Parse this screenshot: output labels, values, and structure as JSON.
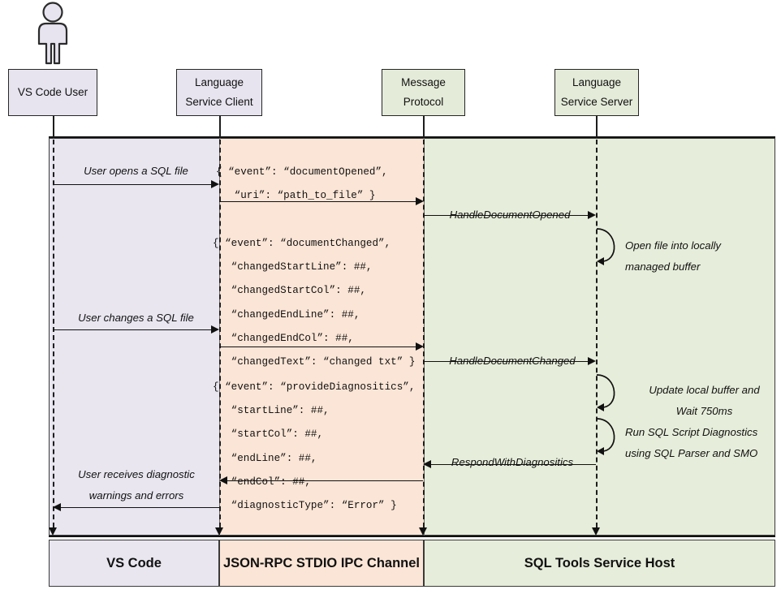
{
  "diagram": {
    "title": "VS Code SQL Tools Language Service sequence diagram",
    "colors": {
      "vscode_band": "#e9e6f0",
      "ipc_band": "#fbe5d6",
      "host_band": "#e6edda",
      "stroke": "#111111"
    }
  },
  "actor": {
    "icon": "person-icon"
  },
  "lifelines": [
    {
      "id": "vscode-user",
      "line1": "VS Code User",
      "line2": ""
    },
    {
      "id": "ls-client",
      "line1": "Language",
      "line2": "Service Client"
    },
    {
      "id": "message-protocol",
      "line1": "Message",
      "line2": "Protocol"
    },
    {
      "id": "ls-server",
      "line1": "Language",
      "line2": "Service Server"
    }
  ],
  "messages": {
    "user_opens": "User opens a SQL file",
    "user_changes": "User changes a SQL file",
    "user_receives": "User receives diagnostic\nwarnings and errors",
    "handle_document_opened": "HandleDocumentOpened",
    "handle_document_changed": "HandleDocumentChanged",
    "respond_with_diagnostics": "RespondWithDiagnositics"
  },
  "self_calls": [
    {
      "id": "open-file-buffer",
      "text": "Open file into locally\nmanaged buffer"
    },
    {
      "id": "update-buffer-wait",
      "text": "Update local buffer and\nWait 750ms"
    },
    {
      "id": "run-diagnostics",
      "text": "Run SQL Script Diagnostics\nusing SQL Parser and SMO"
    }
  ],
  "payloads": {
    "document_opened": "{ “event”: “documentOpened”,\n   “uri”: “path_to_file” }",
    "document_changed": "{ “event”: “documentChanged”,\n   “changedStartLine”: ##,\n   “changedStartCol”: ##,\n   “changedEndLine”: ##,\n   “changedEndCol”: ##,\n   “changedText”: “changed txt” }",
    "provide_diagnostics": "{ “event”: “provideDiagnositics”,\n   “startLine”: ##,\n   “startCol”: ##,\n   “endLine”: ##,\n   “endCol”: ##,\n   “diagnosticType”: “Error” }"
  },
  "footer": [
    {
      "id": "vs-code",
      "label": "VS Code"
    },
    {
      "id": "json-rpc",
      "label": "JSON-RPC STDIO IPC Channel"
    },
    {
      "id": "sql-host",
      "label": "SQL Tools Service Host"
    }
  ]
}
